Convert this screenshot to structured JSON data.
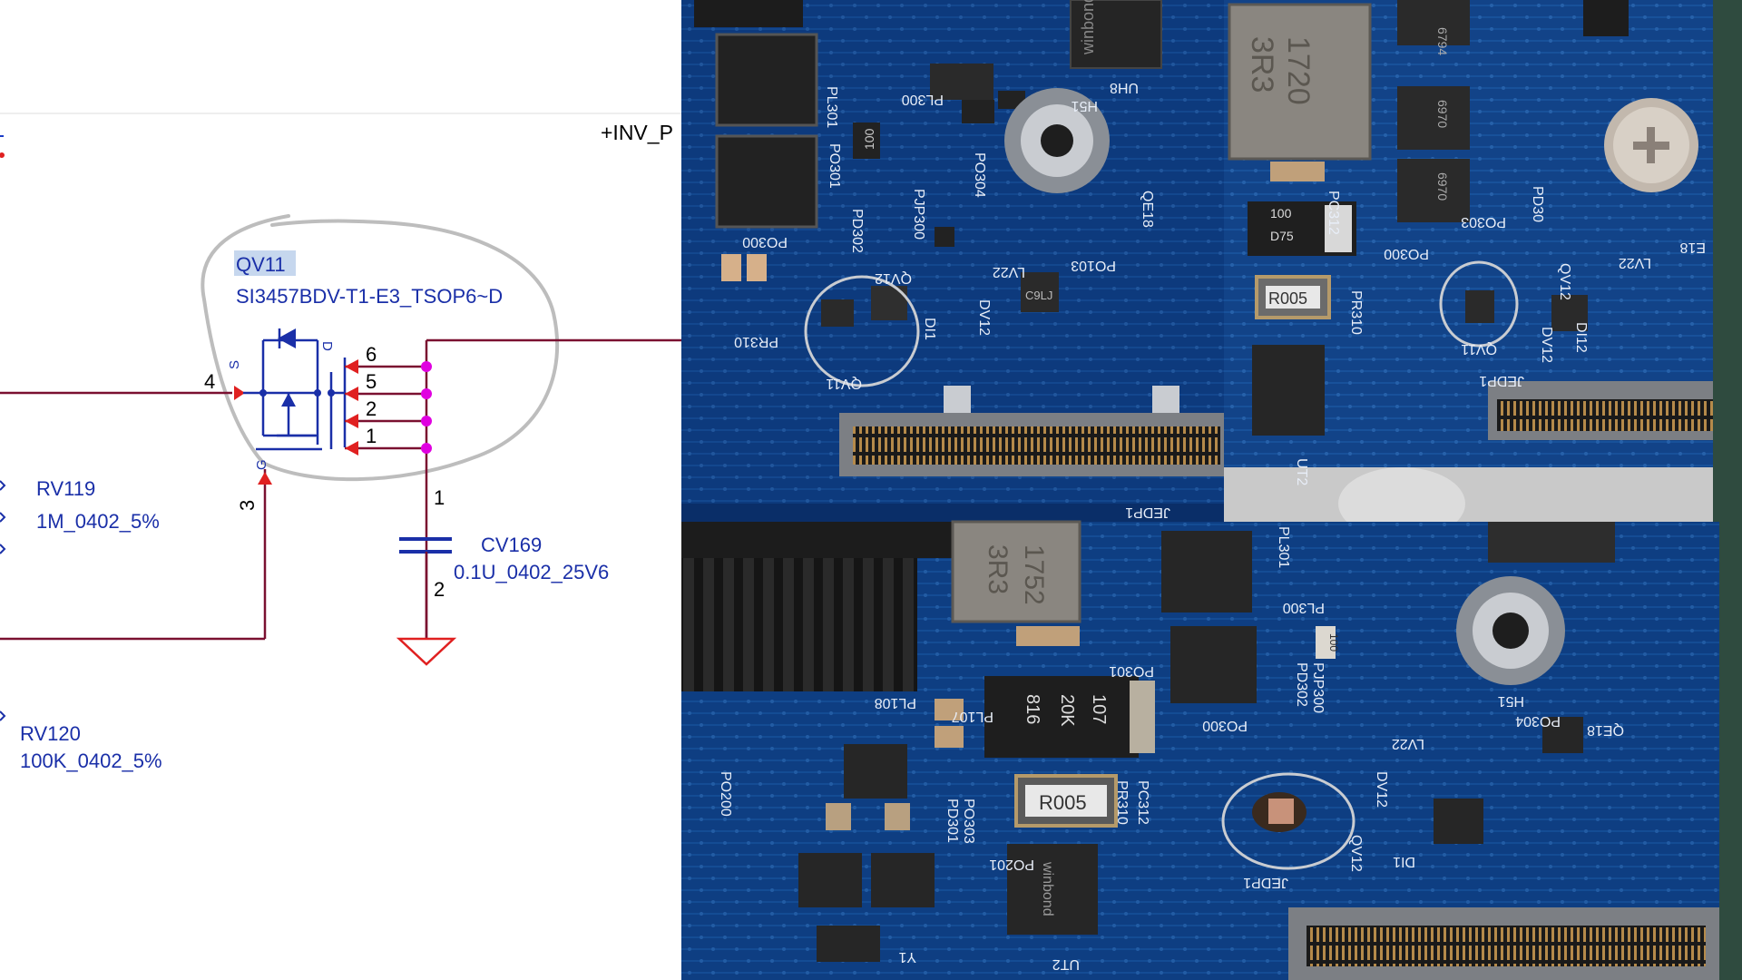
{
  "schematic": {
    "net_top": "+INV_P",
    "ref": "QV11",
    "part": "SI3457BDV-T1-E3_TSOP6~D",
    "pin_s": "S",
    "pin_g": "G",
    "pin_d": "D",
    "pin4": "4",
    "pin3": "3",
    "pin6": "6",
    "pin5": "5",
    "pin2": "2",
    "pin1": "1",
    "cap_pin1": "1",
    "cap_pin2": "2",
    "cap_ref": "CV169",
    "cap_value": "0.1U_0402_25V6",
    "r1_ref": "RV119",
    "r1_value": "1M_0402_5%",
    "r2_ref": "RV120",
    "r2_value": "100K_0402_5%"
  },
  "photos": {
    "top_left": {
      "labels": {
        "pl301": "PL301",
        "pl300": "PL300",
        "po300": "PO300",
        "po301": "PO301",
        "pd302": "PD302",
        "pjp300": "PJP300",
        "uh8": "UH8",
        "h51": "H51",
        "qe18": "QE18",
        "po103": "PO103",
        "lv22": "LV22",
        "dv12": "DV12",
        "di1": "DI1",
        "qv11": "QV11",
        "pr310": "PR310",
        "jedp1": "JEDP1",
        "po304": "PO304",
        "qv12": "QV12",
        "r100": "100",
        "winbond": "winbond",
        "c_part": "C9LJ"
      }
    },
    "top_right": {
      "labels": {
        "ind_a": "3R3",
        "ind_b": "1720",
        "res_a": "100",
        "res_b": "D75",
        "r005": "R005",
        "pc312": "PC312",
        "pr310": "PR310",
        "po300": "PO300",
        "qv11": "QV11",
        "jedp1": "JEDP1",
        "dv12": "DV12",
        "di12": "DI12",
        "qv12": "QV12",
        "ut2": "UT2",
        "lv22": "LV22",
        "e18": "E18",
        "po303": "PO303",
        "pd30": "PD30",
        "chip1": "6794",
        "chip2": "6970",
        "chip3": "6970"
      }
    },
    "bottom": {
      "labels": {
        "ind_a": "3R3",
        "ind_b": "1752",
        "pl108": "PL108",
        "pl107": "PL107",
        "po200": "PO200",
        "po201": "PO201",
        "po303": "PO303",
        "pd301": "PD301",
        "r107": "107",
        "r20k": "20K",
        "r816": "816",
        "r005": "R005",
        "pc312": "PC312",
        "pr310": "PR310",
        "po301": "PO301",
        "po300": "PO300",
        "pd302": "PD302",
        "pjp300": "PJP300",
        "pl300": "PL300",
        "pl301": "PL301",
        "h51": "H51",
        "po304": "PO304",
        "qe18": "QE18",
        "lv22": "LV22",
        "dv12": "DV12",
        "di1": "DI1",
        "qv12": "QV12",
        "jedp1": "JEDP1",
        "ut2": "UT2",
        "y1": "Y1",
        "winbond": "winbond",
        "r100": "100"
      }
    }
  }
}
